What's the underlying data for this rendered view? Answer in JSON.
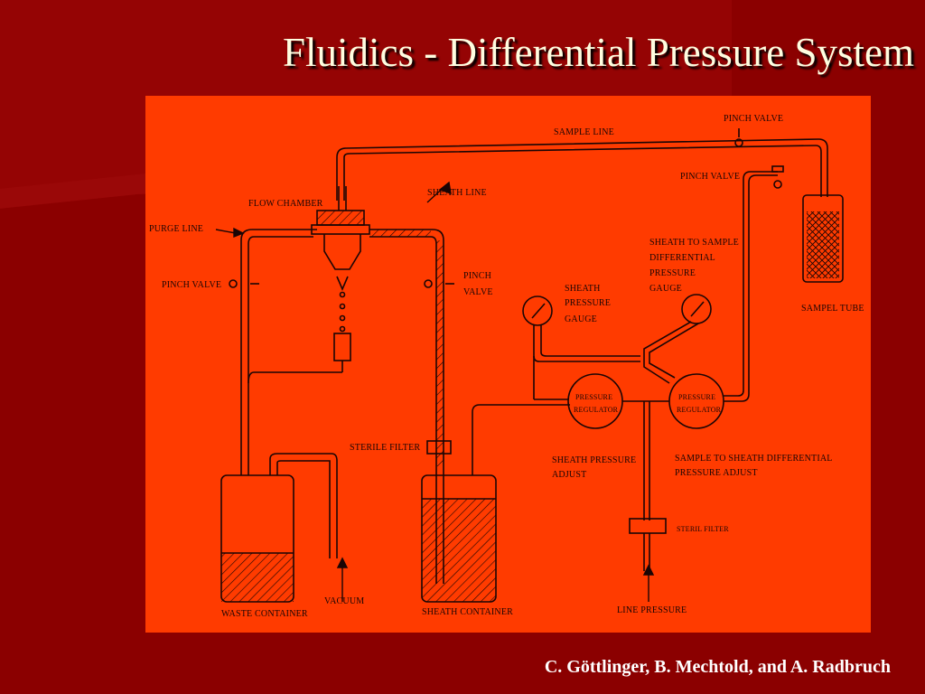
{
  "slide": {
    "title": "Fluidics - Differential Pressure System",
    "credit": "C. Göttlinger, B. Mechtold, and A. Radbruch"
  },
  "diagram": {
    "labels": {
      "sample_line": "SAMPLE LINE",
      "pinch_valve_top": "PINCH VALVE",
      "pinch_valve_right": "PINCH VALVE",
      "flow_chamber": "FLOW CHAMBER",
      "sheath_line": "SHEATH LINE",
      "purge_line": "PURGE LINE",
      "pinch_valve_left": "PINCH VALVE",
      "pinch_valve_mid_1": "PINCH",
      "pinch_valve_mid_2": "VALVE",
      "sheath_gauge_1": "SHEATH",
      "sheath_gauge_2": "PRESSURE",
      "sheath_gauge_3": "GAUGE",
      "diff_gauge_1": "SHEATH TO SAMPLE",
      "diff_gauge_2": "DIFFERENTIAL",
      "diff_gauge_3": "PRESSURE",
      "diff_gauge_4": "GAUGE",
      "sample_tube": "SAMPEL TUBE",
      "regulator_left_1": "PRESSURE",
      "regulator_left_2": "REGULATOR",
      "regulator_right_1": "PRESSURE",
      "regulator_right_2": "REGULATOR",
      "sterile_filter_mid": "STERILE FILTER",
      "sheath_adjust_1": "SHEATH PRESSURE",
      "sheath_adjust_2": "ADJUST",
      "diff_adjust_1": "SAMPLE TO SHEATH DIFFERENTIAL",
      "diff_adjust_2": "PRESSURE ADJUST",
      "sterile_filter_right": "STERIL FILTER",
      "vacuum": "VACUUM",
      "waste_container": "WASTE CONTAINER",
      "sheath_container": "SHEATH CONTAINER",
      "line_pressure": "LINE PRESSURE"
    }
  },
  "colors": {
    "background": "#8b0000",
    "figure_background": "#ff3b00",
    "title_text": "#fffde0",
    "line": "#1a0505"
  }
}
